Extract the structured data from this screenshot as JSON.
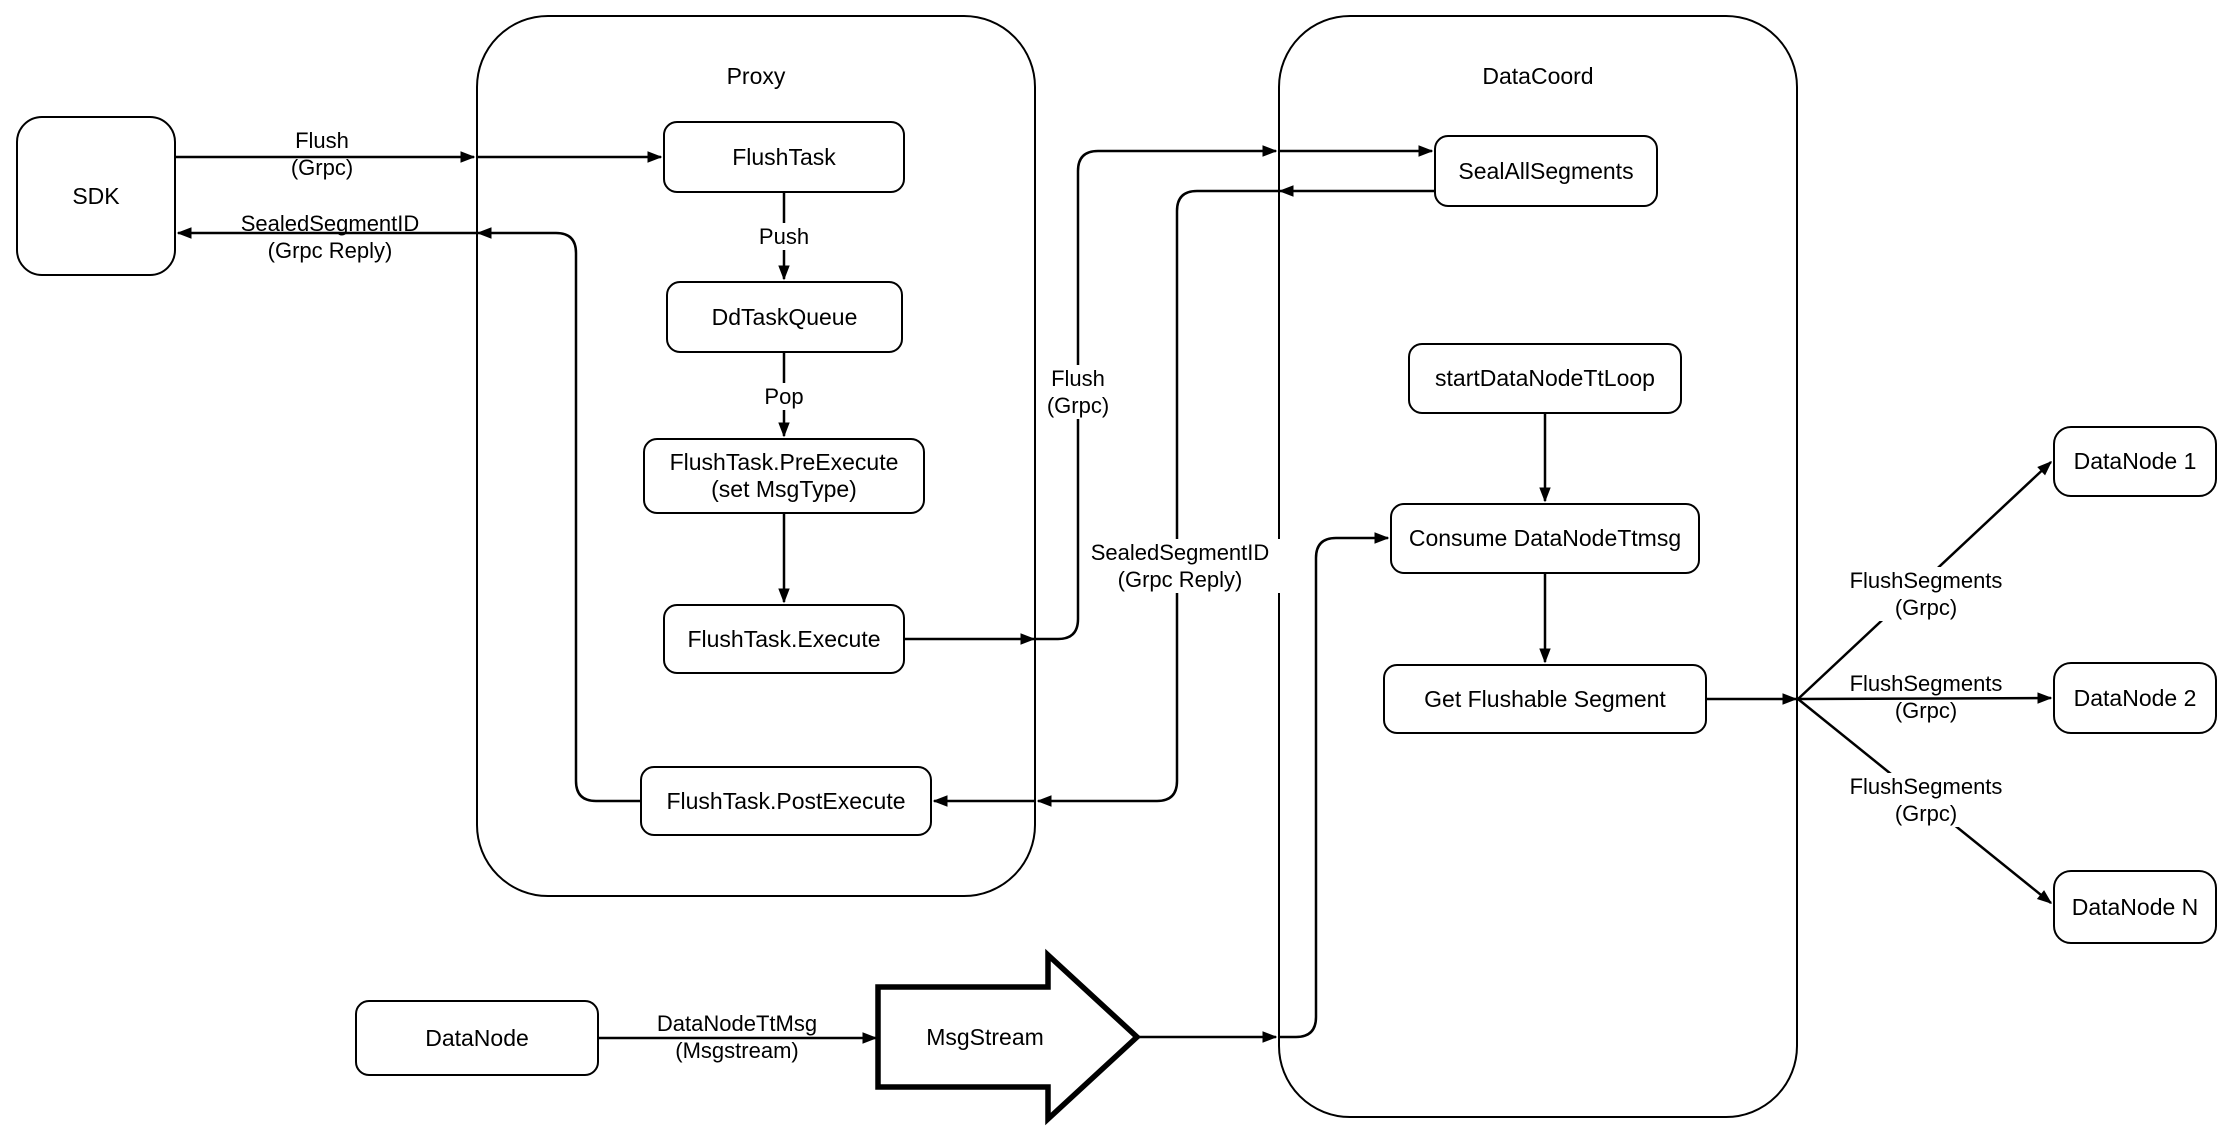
{
  "diagram": {
    "containers": {
      "proxy": "Proxy",
      "datacoord": "DataCoord"
    },
    "nodes": {
      "sdk": "SDK",
      "flush_task": "FlushTask",
      "dd_task_queue": "DdTaskQueue",
      "pre_execute": {
        "line1": "FlushTask.PreExecute",
        "line2": "(set MsgType)"
      },
      "execute": "FlushTask.Execute",
      "post_execute": "FlushTask.PostExecute",
      "seal_all_segments": "SealAllSegments",
      "start_datanode_tt_loop": "startDataNodeTtLoop",
      "consume_datanode_ttmsg": "Consume DataNodeTtmsg",
      "get_flushable_segment": "Get Flushable Segment",
      "datanode_1": "DataNode 1",
      "datanode_2": "DataNode 2",
      "datanode_n": "DataNode N",
      "datanode": "DataNode",
      "msgstream": "MsgStream"
    },
    "edge_labels": {
      "flush_sdk_proxy": {
        "line1": "Flush",
        "line2": "(Grpc)"
      },
      "sealed_reply_sdk": {
        "line1": "SealedSegmentID",
        "line2": "(Grpc Reply)"
      },
      "push": "Push",
      "pop": "Pop",
      "flush_proxy_datacoord": {
        "line1": "Flush",
        "line2": "(Grpc)"
      },
      "sealed_reply_datacoord": {
        "line1": "SealedSegmentID",
        "line2": "(Grpc Reply)"
      },
      "flush_segments_1": {
        "line1": "FlushSegments",
        "line2": "(Grpc)"
      },
      "flush_segments_2": {
        "line1": "FlushSegments",
        "line2": "(Grpc)"
      },
      "flush_segments_3": {
        "line1": "FlushSegments",
        "line2": "(Grpc)"
      },
      "datanode_tt_msg": {
        "line1": "DataNodeTtMsg",
        "line2": "(Msgstream)"
      }
    },
    "colors": {
      "stroke": "#000000",
      "background": "#ffffff"
    }
  }
}
